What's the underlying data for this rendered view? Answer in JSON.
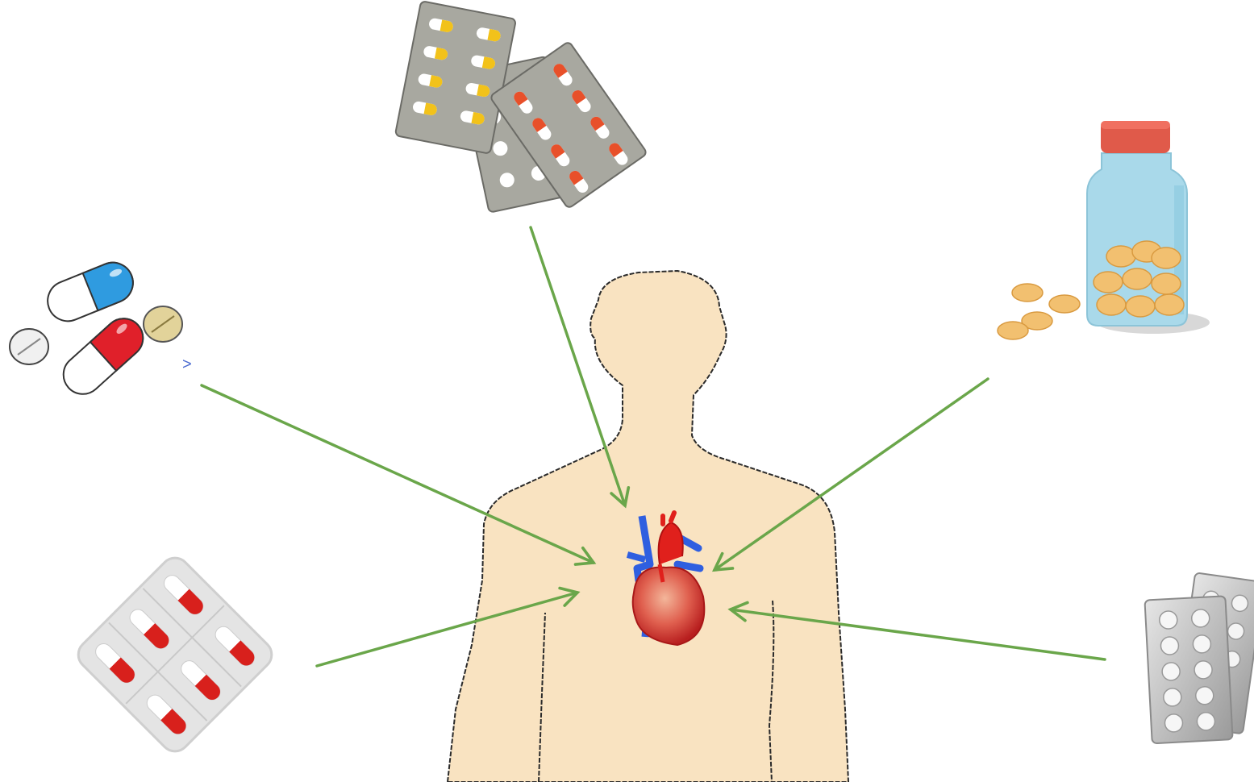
{
  "diagram": {
    "colors": {
      "background": "#ffffff",
      "body_fill": "#f9e3c1",
      "body_outline": "#2a2a2a",
      "arrow": "#6aa64a",
      "heart_red": "#c9302c",
      "heart_blue": "#2f5fe0",
      "blister_gray": "#a8a8a0",
      "capsule_red": "#e0202a",
      "capsule_yellow": "#f2c21a",
      "capsule_blue": "#2f9be0",
      "bottle_glass": "#a9d9ea",
      "bottle_cap": "#e05a4a",
      "tablet_orange": "#f2c070"
    },
    "icons": {
      "center": "human-silhouette-with-heart",
      "top": "blister-packs-capsules",
      "upper_left": "capsules-and-tablets",
      "upper_right": "pill-bottle",
      "lower_left": "red-capsule-blister",
      "lower_right": "silver-tablet-blister"
    },
    "stray_mark": ">"
  }
}
